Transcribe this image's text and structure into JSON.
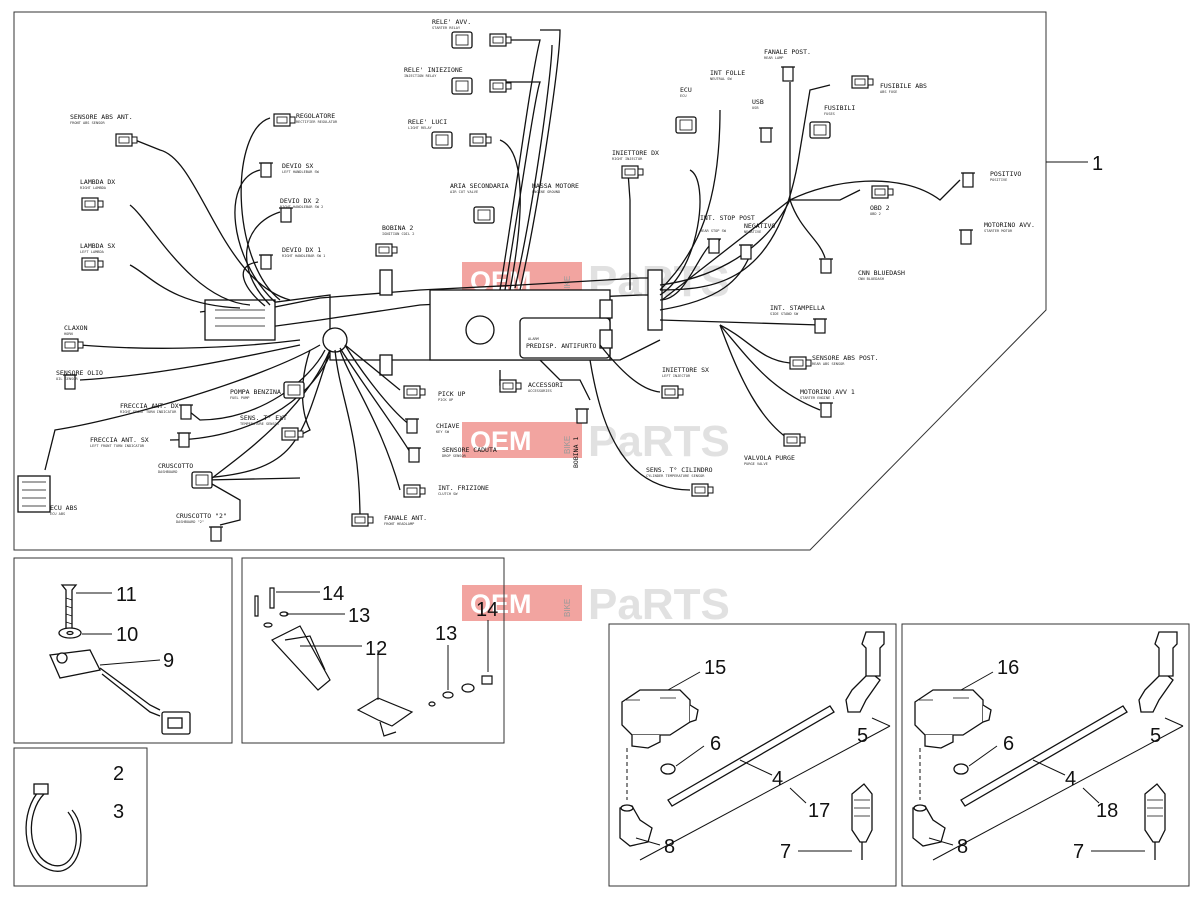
{
  "watermark": {
    "oem": "OEM",
    "bike": "BIKE",
    "parts": "PaRTS",
    "brand_color": "#e85a52"
  },
  "callouts": {
    "c1": "1",
    "c2": "2",
    "c3": "3",
    "c4a": "4",
    "c4b": "4",
    "c5a": "5",
    "c5b": "5",
    "c6a": "6",
    "c6b": "6",
    "c7a": "7",
    "c7b": "7",
    "c8a": "8",
    "c8b": "8",
    "c9": "9",
    "c10": "10",
    "c11": "11",
    "c12": "12",
    "c13a": "13",
    "c13b": "13",
    "c14a": "14",
    "c14b": "14",
    "c15": "15",
    "c16": "16",
    "c17": "17",
    "c18": "18"
  },
  "labels": {
    "rele_avv": "RELE' AVV.",
    "rele_avv_sub": "STARTER RELAY",
    "rele_iniezione": "RELE' INIEZIONE",
    "rele_iniezione_sub": "INJECTION RELAY",
    "rele_luci": "RELE' LUCI",
    "rele_luci_sub": "LIGHT RELAY",
    "sensore_abs_ant": "SENSORE ABS ANT.",
    "sensore_abs_ant_sub": "FRONT ABS SENSOR",
    "regolatore": "REGOLATORE",
    "regolatore_sub": "RECTIFIER REGULATOR",
    "devio_sx": "DEVIO SX",
    "devio_sx_sub": "LEFT HANDLEBAR SW",
    "devio_dx_2": "DEVIO DX 2",
    "devio_dx_2_sub": "RIGHT HANDLEBAR SW 2",
    "devio_dx_1": "DEVIO DX 1",
    "devio_dx_1_sub": "RIGHT HANDLEBAR SW 1",
    "lambda_dx": "LAMBDA DX",
    "lambda_dx_sub": "RIGHT LAMBDA",
    "lambda_sx": "LAMBDA SX",
    "lambda_sx_sub": "LEFT LAMBDA",
    "bobina_2": "BOBINA 2",
    "bobina_2_sub": "IGNITION COIL 2",
    "aria_secondaria": "ARIA SECONDARIA",
    "aria_secondaria_sub": "AIR CUT VALVE",
    "massa_motore": "MASSA MOTORE",
    "massa_motore_sub": "ENGINE GROUND",
    "iniettore_dx": "INIETTORE DX",
    "iniettore_dx_sub": "RIGHT INJECTOR",
    "ecu": "ECU",
    "ecu_sub": "ECU",
    "int_folle": "INT FOLLE",
    "int_folle_sub": "NEUTRAL SW",
    "fanale_post": "FANALE POST.",
    "fanale_post_sub": "REAR LAMP",
    "usb": "USB",
    "usb_sub": "USB",
    "fusibili": "FUSIBILI",
    "fusibili_sub": "FUSES",
    "fusibile_abs": "FUSIBILE ABS",
    "fusibile_abs_sub": "ABS FUSE",
    "positivo": "POSITIVO",
    "positivo_sub": "POSITIVE",
    "obd_2": "OBD 2",
    "obd_2_sub": "OBD 2",
    "motorino_avv": "MOTORINO AVV.",
    "motorino_avv_sub": "STARTER MOTOR",
    "int_stop_post": "INT. STOP POST",
    "int_stop_post_sub": "REAR STOP SW",
    "negativo": "NEGATIVO",
    "negativo_sub": "NEGATIVE",
    "cnn_bluedash": "CNN BLUEDASH",
    "cnn_bluedash_sub": "CNN BLUEDASH",
    "claxon": "CLAXON",
    "claxon_sub": "HORN",
    "sensore_olio": "SENSORE OLIO",
    "sensore_olio_sub": "OIL SENSOR",
    "pompa_benzina": "POMPA BENZINA",
    "pompa_benzina_sub": "FUEL PUMP",
    "freccia_ant_dx": "FRECCIA ANT. DX",
    "freccia_ant_dx_sub": "RIGHT FRONT TURN INDICATOR",
    "freccia_ant_sx": "FRECCIA ANT. SX",
    "freccia_ant_sx_sub": "LEFT FRONT TURN INDICATOR",
    "sens_t_ext": "SENS. T° EXT",
    "sens_t_ext_sub": "TEMPERATURE SENSOR",
    "cruscotto": "CRUSCOTTO",
    "cruscotto_sub": "DASHBOARD",
    "cruscotto_2": "CRUSCOTTO \"2\"",
    "cruscotto_2_sub": "DASHBOARD \"2\"",
    "ecu_abs": "ECU ABS",
    "ecu_abs_sub": "ECU ABS",
    "pick_up": "PICK UP",
    "pick_up_sub": "PICK UP",
    "chiave": "CHIAVE",
    "chiave_sub": "KEY SW",
    "sensore_caduta": "SENSORE CADUTA",
    "sensore_caduta_sub": "DROP SENSOR",
    "int_frizione": "INT. FRIZIONE",
    "int_frizione_sub": "CLUTCH SW",
    "fanale_ant": "FANALE ANT.",
    "fanale_ant_sub": "FRONT HEADLAMP",
    "accessori": "ACCESSORI",
    "accessori_sub": "ACCESSORIES",
    "predisp_antifurto": "PREDISP. ANTIFURTO",
    "predisp_antifurto_sub": "ALARM",
    "bobina_1": "BOBINA 1",
    "bobina_1_sub": "IGNITION COIL 1",
    "sens_t_cilindro": "SENS. T° CILINDRO",
    "sens_t_cilindro_sub": "CYLINDER TEMPERATURE SENSOR",
    "iniettore_sx": "INIETTORE SX",
    "iniettore_sx_sub": "LEFT INJECTOR",
    "int_stampella": "INT. STAMPELLA",
    "int_stampella_sub": "SIDE STAND SW",
    "sensore_abs_post": "SENSORE ABS POST.",
    "sensore_abs_post_sub": "REAR ABS SENSOR",
    "motorino_avv_1": "MOTORINO AVV 1",
    "motorino_avv_1_sub": "STARTER ENGINE 1",
    "valvola_purge": "VALVOLA PURGE",
    "valvola_purge_sub": "PURGE VALVE"
  }
}
